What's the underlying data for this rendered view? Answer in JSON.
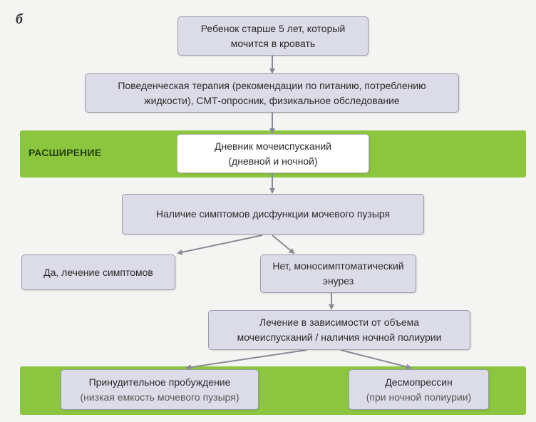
{
  "panel_label": "б",
  "band_label": "РАСШИРЕНИЕ",
  "colors": {
    "band": "#8cc63f",
    "box": "#dcdce9",
    "arrow": "#8a8a96"
  },
  "nodes": {
    "start": {
      "line1": "Ребенок старше 5 лет, который",
      "line2": "мочится в кровать"
    },
    "therapy": {
      "line1": "Поведенческая терапия (рекомендации по питанию, потреблению",
      "line2": "жидкости), СМТ-опросник, физикальное обследование"
    },
    "diary": {
      "line1": "Дневник мочеиспусканий",
      "line2": "(дневной и ночной)"
    },
    "symptoms": {
      "line1": "Наличие симптомов дисфункции мочевого пузыря"
    },
    "yes": {
      "line1": "Да, лечение симптомов"
    },
    "no": {
      "line1": "Нет, моносимптоматический",
      "line2": "энурез"
    },
    "treatment": {
      "line1": "Лечение в зависимости от объема",
      "line2": "мочеиспусканий / наличия ночной полиурии"
    },
    "awakening": {
      "line1": "Принудительное пробуждение",
      "line2": "(низкая емкость мочевого пузыря)"
    },
    "desmopressin": {
      "line1": "Десмопрессин",
      "line2": "(при ночной полиурии)"
    }
  }
}
